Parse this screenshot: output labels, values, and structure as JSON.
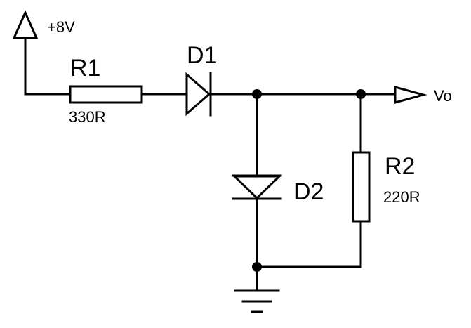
{
  "supply": {
    "label": "+8V"
  },
  "output": {
    "label": "Vo"
  },
  "components": {
    "r1": {
      "ref": "R1",
      "value": "330R"
    },
    "d1": {
      "ref": "D1"
    },
    "d2": {
      "ref": "D2"
    },
    "r2": {
      "ref": "R2",
      "value": "220R"
    }
  },
  "colors": {
    "line": "#000000",
    "background": "#ffffff"
  },
  "icons": {
    "supply": "power-arrow-up-icon",
    "output": "output-port-arrow-icon",
    "ground": "ground-icon"
  }
}
